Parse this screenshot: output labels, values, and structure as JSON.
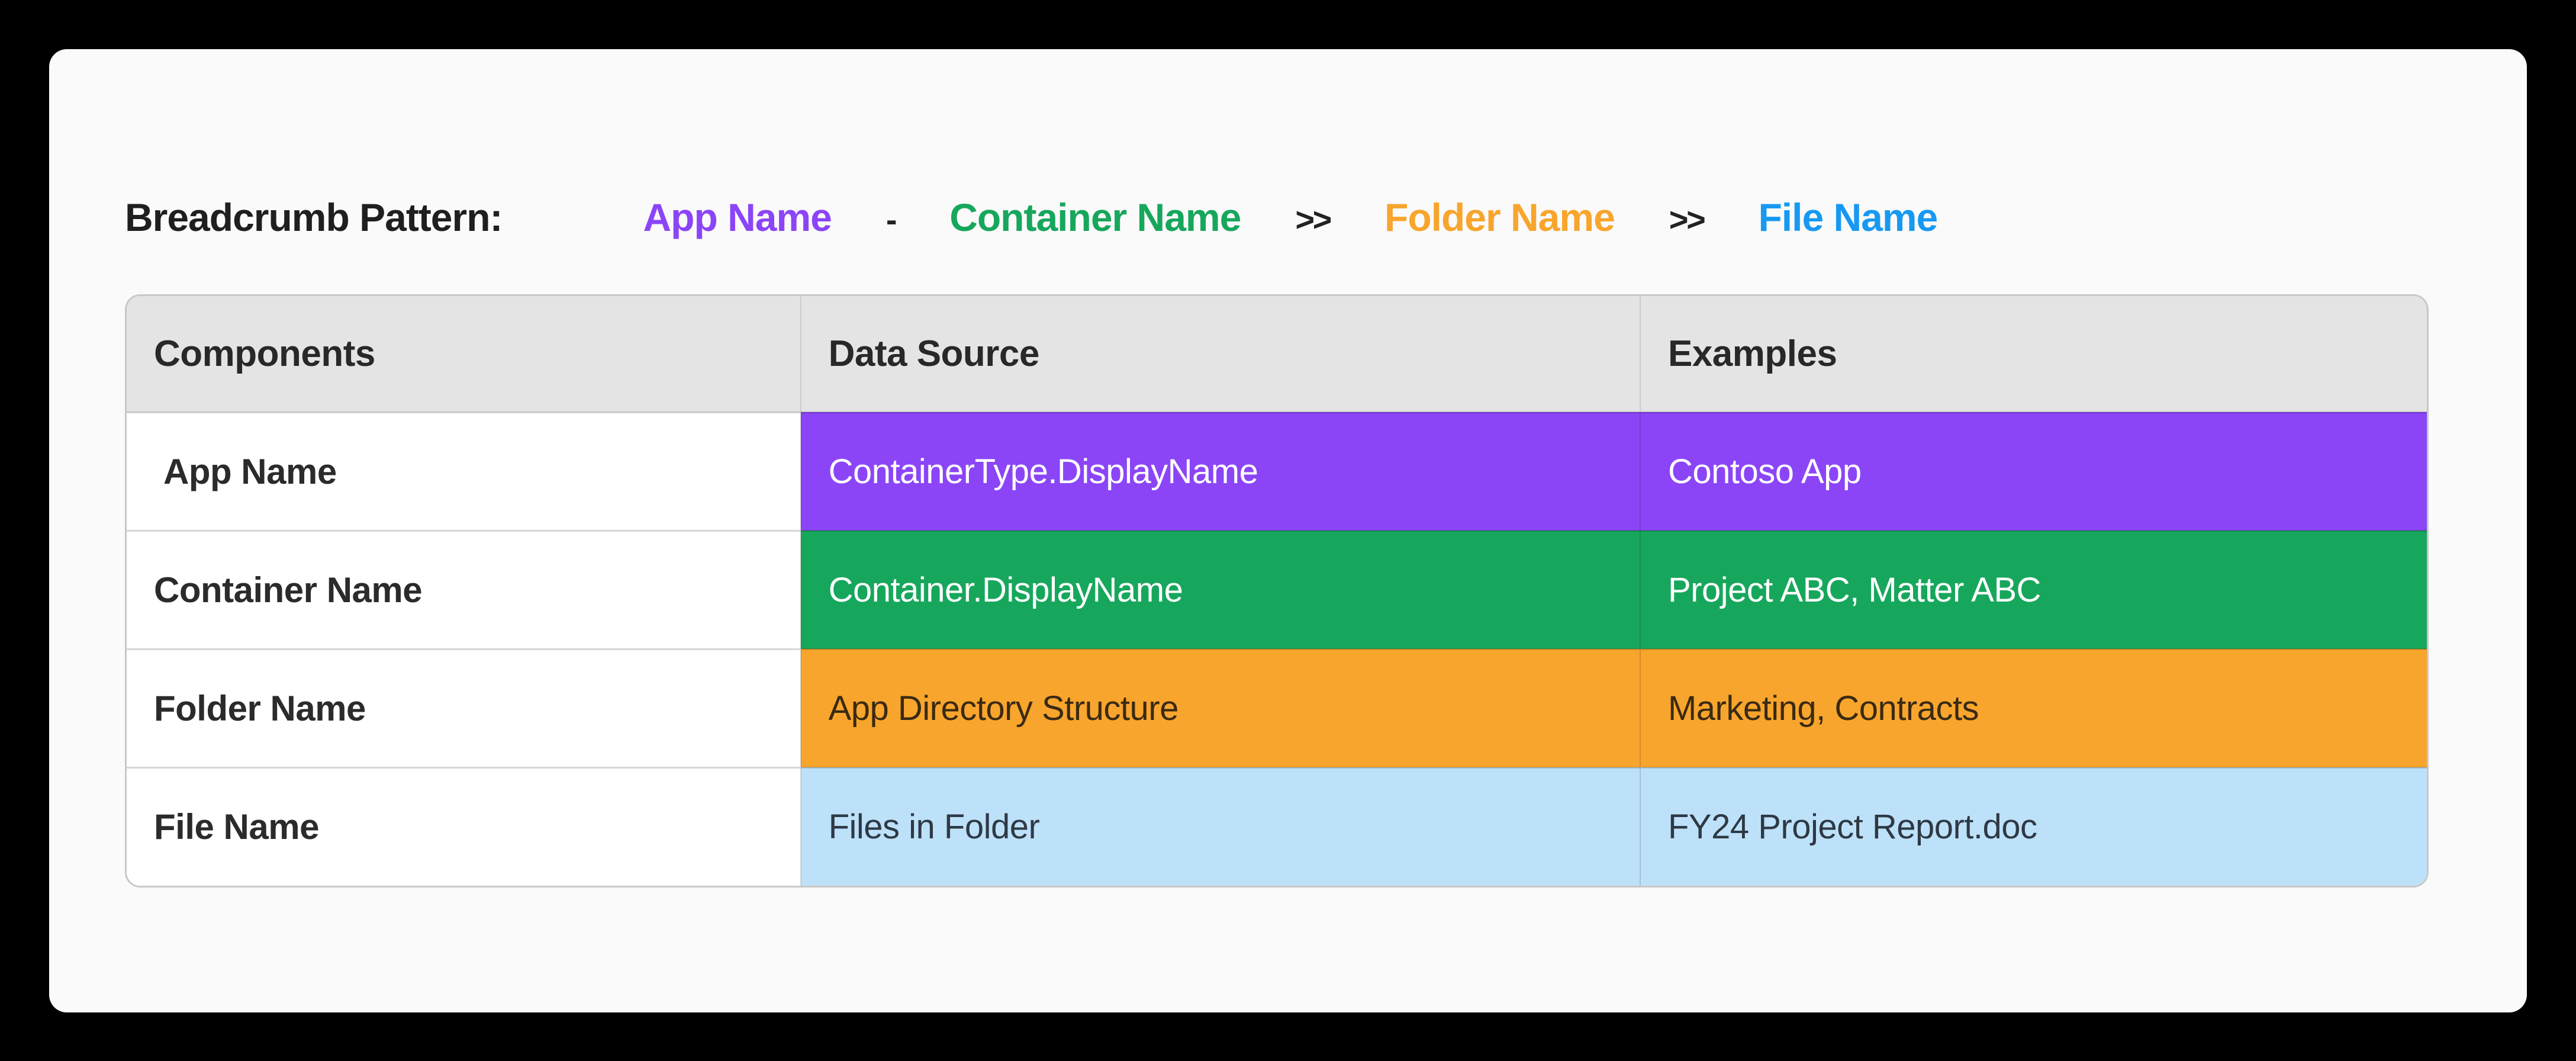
{
  "page": {
    "background": "#000000",
    "card_background": "#FAFAFA",
    "header_background": "#E4E4E4",
    "table_border": "#C8C8C8"
  },
  "breadcrumb": {
    "label": "Breadcrumb Pattern:",
    "items": [
      {
        "label": "App Name",
        "color": "#8B45F7"
      },
      {
        "label": "Container Name",
        "color": "#17A75C"
      },
      {
        "label": "Folder Name",
        "color": "#F8A52D"
      },
      {
        "label": "File Name",
        "color": "#1799F2"
      }
    ],
    "separators": [
      "-",
      ">>",
      ">>"
    ]
  },
  "table": {
    "headers": [
      "Components",
      "Data Source",
      "Examples"
    ],
    "rows": [
      {
        "component": "App Name",
        "data_source": "ContainerType.DisplayName",
        "example": "Contoso App",
        "bg": "#8B45F7",
        "text_color": "#FFFFFF"
      },
      {
        "component": "Container Name",
        "data_source": "Container.DisplayName",
        "example": "Project ABC, Matter ABC",
        "bg": "#17A75C",
        "text_color": "#FFFFFF"
      },
      {
        "component": "Folder Name",
        "data_source": "App Directory Structure",
        "example": "Marketing, Contracts",
        "bg": "#F8A52D",
        "text_color": "#3A2A12"
      },
      {
        "component": "File Name",
        "data_source": "Files in Folder",
        "example": "FY24 Project Report.doc",
        "bg": "#BEE1FA",
        "text_color": "#2E3944"
      }
    ]
  }
}
